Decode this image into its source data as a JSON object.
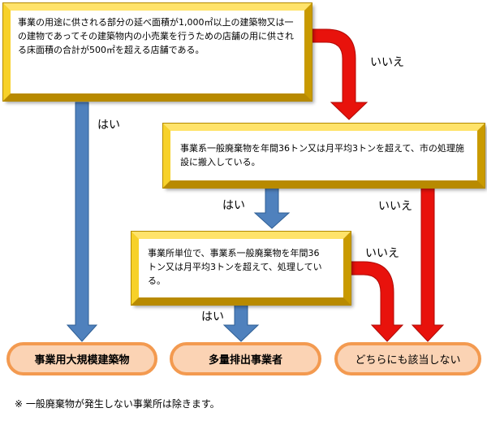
{
  "questions": [
    "事業の用途に供される部分の延べ面積が1,000㎡以上の建築物又は一の建物であってその建築物内の小売業を行うための店舗の用に供される床面積の合計が500㎡を超える店舗である。",
    "事業系一般廃棄物を年間36トン又は月平均3トンを超えて、市の処理施設に搬入している。",
    "事業所単位で、事業系一般廃棄物を年間36トン又は月平均3トンを超えて、処理している。"
  ],
  "labels": {
    "yes1": "はい",
    "no1": "いいえ",
    "yes2": "はい",
    "no2": "いいえ",
    "no3": "いいえ",
    "yes3": "はい"
  },
  "outcomes": [
    "事業用大規模建築物",
    "多量排出事業者",
    "どちらにも該当しない"
  ],
  "footnote": "※ 一般廃棄物が発生しない事業所は除きます。",
  "colors": {
    "yes_arrow": "#4f81bd",
    "no_arrow": "#e8120c",
    "box_border": "#f2c200",
    "pill_fill": "#fbd3b4",
    "pill_border": "#f39a50"
  }
}
